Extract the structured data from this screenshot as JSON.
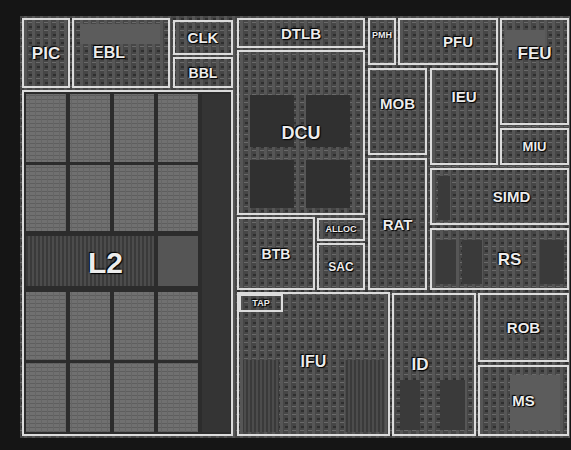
{
  "diagram": {
    "nodes": [
      {
        "text": [
          "PIC"
        ]
      },
      {
        "text": [
          "EBL"
        ]
      },
      {
        "text": [
          "CLK"
        ]
      },
      {
        "text": [
          "BBL"
        ]
      },
      {
        "text": [
          "DTLB"
        ]
      },
      {
        "text": [
          "PMH"
        ]
      },
      {
        "text": [
          "PFU"
        ]
      },
      {
        "text": [
          "FEU"
        ]
      },
      {
        "text": [
          "L2"
        ]
      },
      {
        "text": [
          "DCU"
        ]
      },
      {
        "text": [
          "MOB"
        ]
      },
      {
        "text": [
          "IEU"
        ]
      },
      {
        "text": [
          "MIU"
        ]
      },
      {
        "text": [
          "SIMD"
        ]
      },
      {
        "text": [
          "BTB"
        ]
      },
      {
        "text": [
          "ALLOC"
        ]
      },
      {
        "text": [
          "RAT"
        ]
      },
      {
        "text": [
          "SAC"
        ]
      },
      {
        "text": [
          "RS"
        ]
      },
      {
        "text": [
          "IFU"
        ]
      },
      {
        "text": [
          "TAP"
        ],
        "in": 19
      },
      {
        "text": [
          "ROB"
        ]
      },
      {
        "text": [
          "ID"
        ]
      },
      {
        "text": [
          "MS"
        ]
      }
    ]
  }
}
